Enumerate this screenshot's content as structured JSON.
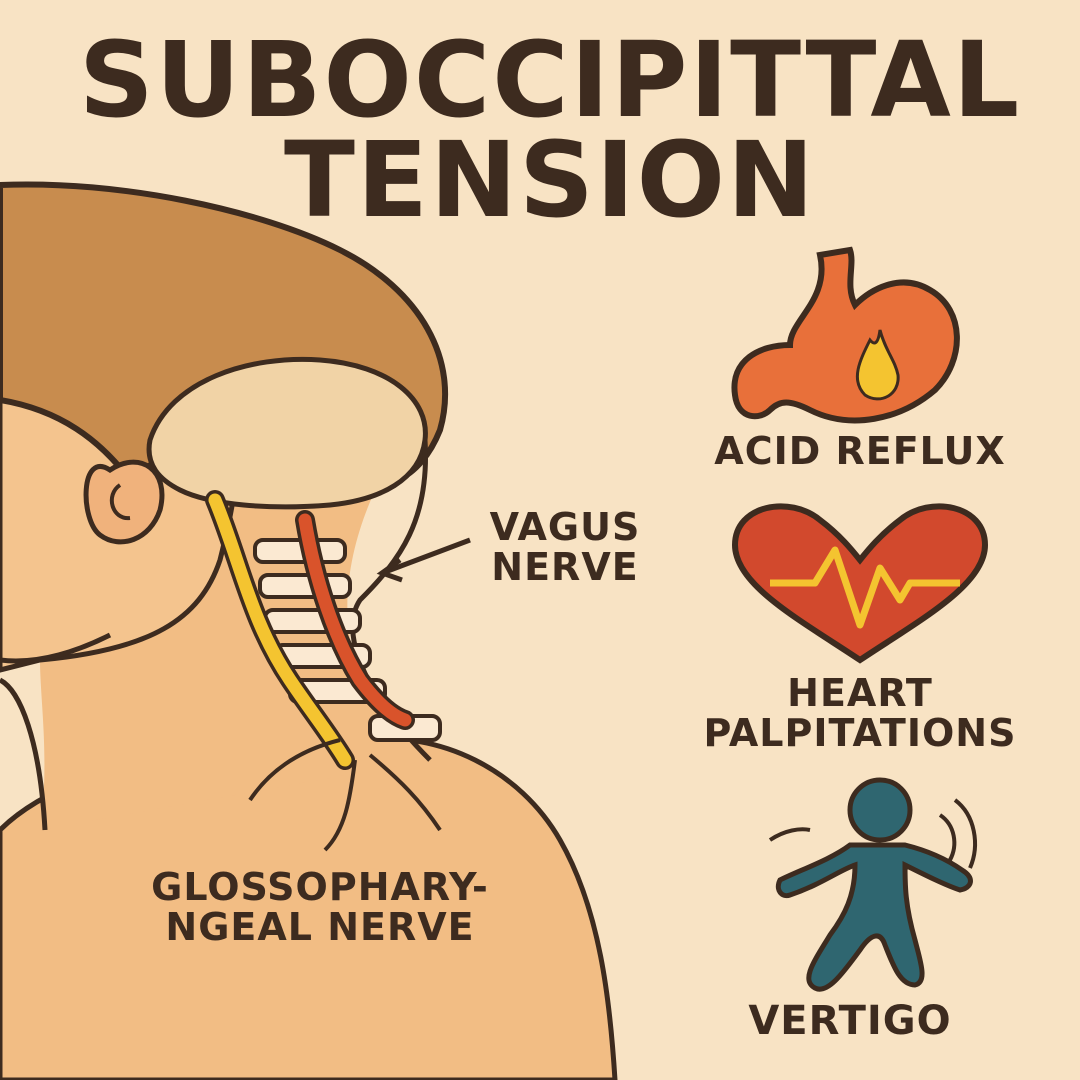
{
  "title": {
    "line1": "SUBOCCIPITTAL",
    "line2": "TENSION"
  },
  "nerves": {
    "vagus_line1": "VAGUS",
    "vagus_line2": "NERVE",
    "glosso_line1": "GLOSSOPHARY-",
    "glosso_line2": "NGEAL NERVE"
  },
  "symptoms": [
    {
      "label": "ACID REFLUX",
      "icon": "stomach-fire-icon"
    },
    {
      "label_line1": "HEART",
      "label_line2": "PALPITATIONS",
      "icon": "heart-pulse-icon"
    },
    {
      "label": "VERTIGO",
      "icon": "dizzy-person-icon"
    }
  ],
  "colors": {
    "background": "#f8e3c4",
    "outline": "#3d2b1f",
    "skin": "#f2bd84",
    "hair": "#c88c4e",
    "nerve_yellow": "#f4c430",
    "nerve_red": "#d9532b",
    "stomach": "#e8703a",
    "heart": "#d2492d",
    "figure": "#2f6670"
  }
}
